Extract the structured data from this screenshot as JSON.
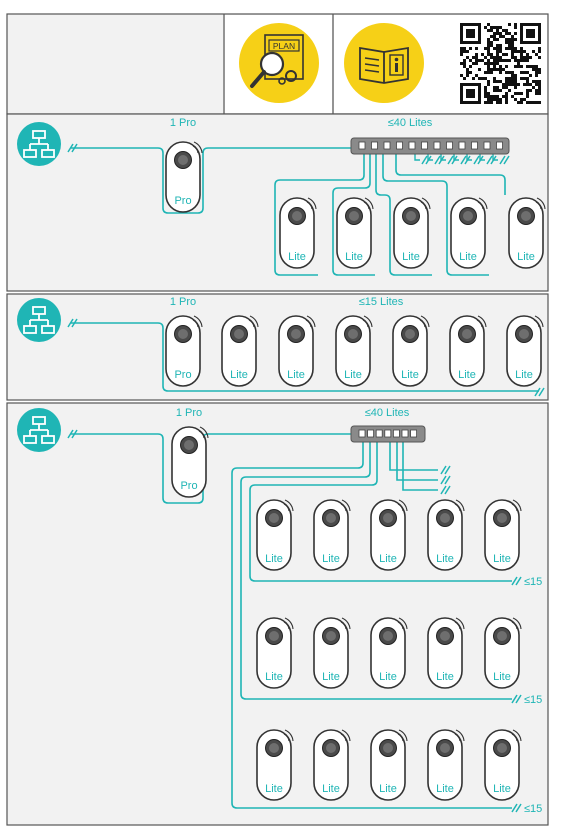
{
  "header": {
    "plan_icon_label": "PLAN",
    "qr_code": "qr-code"
  },
  "colors": {
    "teal": "#1fb5b5",
    "yellow": "#f6d017",
    "panel_bg": "#f2f2f2",
    "border": "#555555",
    "switch": "#8a8a8a",
    "device_outline": "#333333"
  },
  "sections": [
    {
      "pro_label": "1 Pro",
      "switch_label": "≤40 Lites",
      "pro_text": "Pro",
      "lite_text": "Lite",
      "limits": []
    },
    {
      "pro_label": "1 Pro",
      "switch_label": "≤15 Lites",
      "pro_text": "Pro",
      "lite_text": "Lite",
      "limits": []
    },
    {
      "pro_label": "1 Pro",
      "switch_label": "≤40 Lites",
      "pro_text": "Pro",
      "lite_text": "Lite",
      "limits": [
        "≤15",
        "≤15",
        "≤15"
      ]
    }
  ]
}
